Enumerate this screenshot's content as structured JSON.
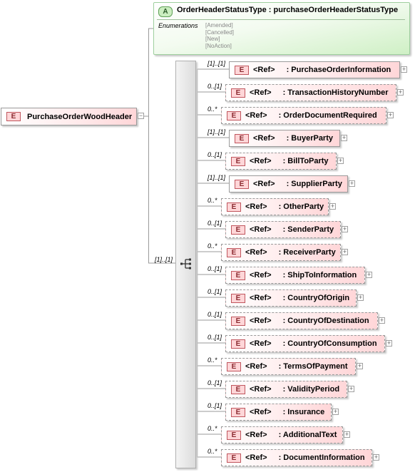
{
  "root": {
    "badge": "E",
    "name": "PurchaseOrderWoodHeader"
  },
  "attribute": {
    "badge": "A",
    "title": "OrderHeaderStatusType : purchaseOrderHeaderStatusType",
    "enum_label": "Enumerations",
    "enums": [
      "[Amended]",
      "[Cancelled]",
      "[New]",
      "[NoAction]"
    ]
  },
  "sequence": {
    "multiplicity": "[1]..[1]"
  },
  "elements": [
    {
      "mult": "[1]..[1]",
      "badge": "E",
      "ref": "<Ref>",
      "name": ": PurchaseOrderInformation",
      "style": "solid"
    },
    {
      "mult": "0..[1]",
      "badge": "E",
      "ref": "<Ref>",
      "name": ": TransactionHistoryNumber",
      "style": "dashed"
    },
    {
      "mult": "0..*",
      "badge": "E",
      "ref": "<Ref>",
      "name": ": OrderDocumentRequired",
      "style": "dashed"
    },
    {
      "mult": "[1]..[1]",
      "badge": "E",
      "ref": "<Ref>",
      "name": ": BuyerParty",
      "style": "solid"
    },
    {
      "mult": "0..[1]",
      "badge": "E",
      "ref": "<Ref>",
      "name": ": BillToParty",
      "style": "dashed"
    },
    {
      "mult": "[1]..[1]",
      "badge": "E",
      "ref": "<Ref>",
      "name": ": SupplierParty",
      "style": "solid"
    },
    {
      "mult": "0..*",
      "badge": "E",
      "ref": "<Ref>",
      "name": ": OtherParty",
      "style": "dashed"
    },
    {
      "mult": "0..[1]",
      "badge": "E",
      "ref": "<Ref>",
      "name": ": SenderParty",
      "style": "dashed"
    },
    {
      "mult": "0..*",
      "badge": "E",
      "ref": "<Ref>",
      "name": ": ReceiverParty",
      "style": "dashed"
    },
    {
      "mult": "0..[1]",
      "badge": "E",
      "ref": "<Ref>",
      "name": ": ShipToInformation",
      "style": "dashed"
    },
    {
      "mult": "0..[1]",
      "badge": "E",
      "ref": "<Ref>",
      "name": ": CountryOfOrigin",
      "style": "dashed"
    },
    {
      "mult": "0..[1]",
      "badge": "E",
      "ref": "<Ref>",
      "name": ": CountryOfDestination",
      "style": "dashed"
    },
    {
      "mult": "0..[1]",
      "badge": "E",
      "ref": "<Ref>",
      "name": ": CountryOfConsumption",
      "style": "dashed"
    },
    {
      "mult": "0..*",
      "badge": "E",
      "ref": "<Ref>",
      "name": ": TermsOfPayment",
      "style": "dashed"
    },
    {
      "mult": "0..[1]",
      "badge": "E",
      "ref": "<Ref>",
      "name": ": ValidityPeriod",
      "style": "dashed"
    },
    {
      "mult": "0..[1]",
      "badge": "E",
      "ref": "<Ref>",
      "name": ": Insurance",
      "style": "dashed"
    },
    {
      "mult": "0..*",
      "badge": "E",
      "ref": "<Ref>",
      "name": ": AdditionalText",
      "style": "dashed"
    },
    {
      "mult": "0..*",
      "badge": "E",
      "ref": "<Ref>",
      "name": ": DocumentInformation",
      "style": "dashed"
    }
  ]
}
